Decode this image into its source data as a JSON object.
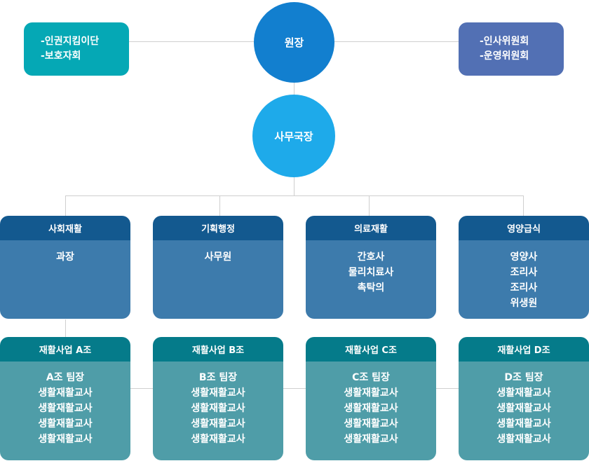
{
  "director": {
    "label": "원장",
    "color": "#127fcf"
  },
  "secretary_general": {
    "label": "사무국장",
    "color": "#1eaaea"
  },
  "left_committee": {
    "items": [
      "-인권지킴이단",
      "-보호자회"
    ],
    "color": "#05a8b5"
  },
  "right_committee": {
    "items": [
      "-인사위원회",
      "-운영위원회"
    ],
    "color": "#5270b4"
  },
  "departments": [
    {
      "title": "사회재활",
      "members": [
        "과장"
      ]
    },
    {
      "title": "기획행정",
      "members": [
        "사무원"
      ]
    },
    {
      "title": "의료재활",
      "members": [
        "간호사",
        "물리치료사",
        "촉탁의"
      ]
    },
    {
      "title": "영양급식",
      "members": [
        "영양사",
        "조리사",
        "조리사",
        "위생원"
      ]
    }
  ],
  "teams": [
    {
      "title": "재활사업 A조",
      "members": [
        "A조 팀장",
        "생활재활교사",
        "생활재활교사",
        "생활재활교사",
        "생활재활교사"
      ]
    },
    {
      "title": "재활사업 B조",
      "members": [
        "B조 팀장",
        "생활재활교사",
        "생활재활교사",
        "생활재활교사",
        "생활재활교사"
      ]
    },
    {
      "title": "재활사업 C조",
      "members": [
        "C조 팀장",
        "생활재활교사",
        "생활재활교사",
        "생활재활교사",
        "생활재활교사"
      ]
    },
    {
      "title": "재활사업 D조",
      "members": [
        "D조 팀장",
        "생활재활교사",
        "생활재활교사",
        "생활재활교사",
        "생활재활교사"
      ]
    }
  ]
}
